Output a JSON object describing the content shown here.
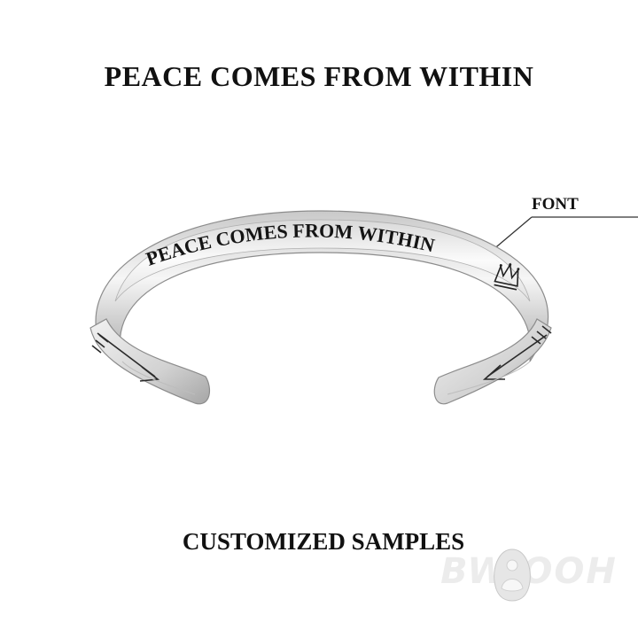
{
  "heading": "PEACE COMES FROM WITHIN",
  "callout_label": "FONT",
  "engraving": "PEACE COMES FROM WITHIN",
  "footer_label": "CUSTOMIZED SAMPLES",
  "watermark": {
    "brand": "BW OOH"
  },
  "icons": [
    "crown-icon",
    "arrow-left-icon",
    "arrow-right-icon",
    "buddha-charm-icon"
  ],
  "colors": {
    "metal_light": "#f4f4f4",
    "metal_dark": "#9a9a9a",
    "text": "#111111"
  }
}
